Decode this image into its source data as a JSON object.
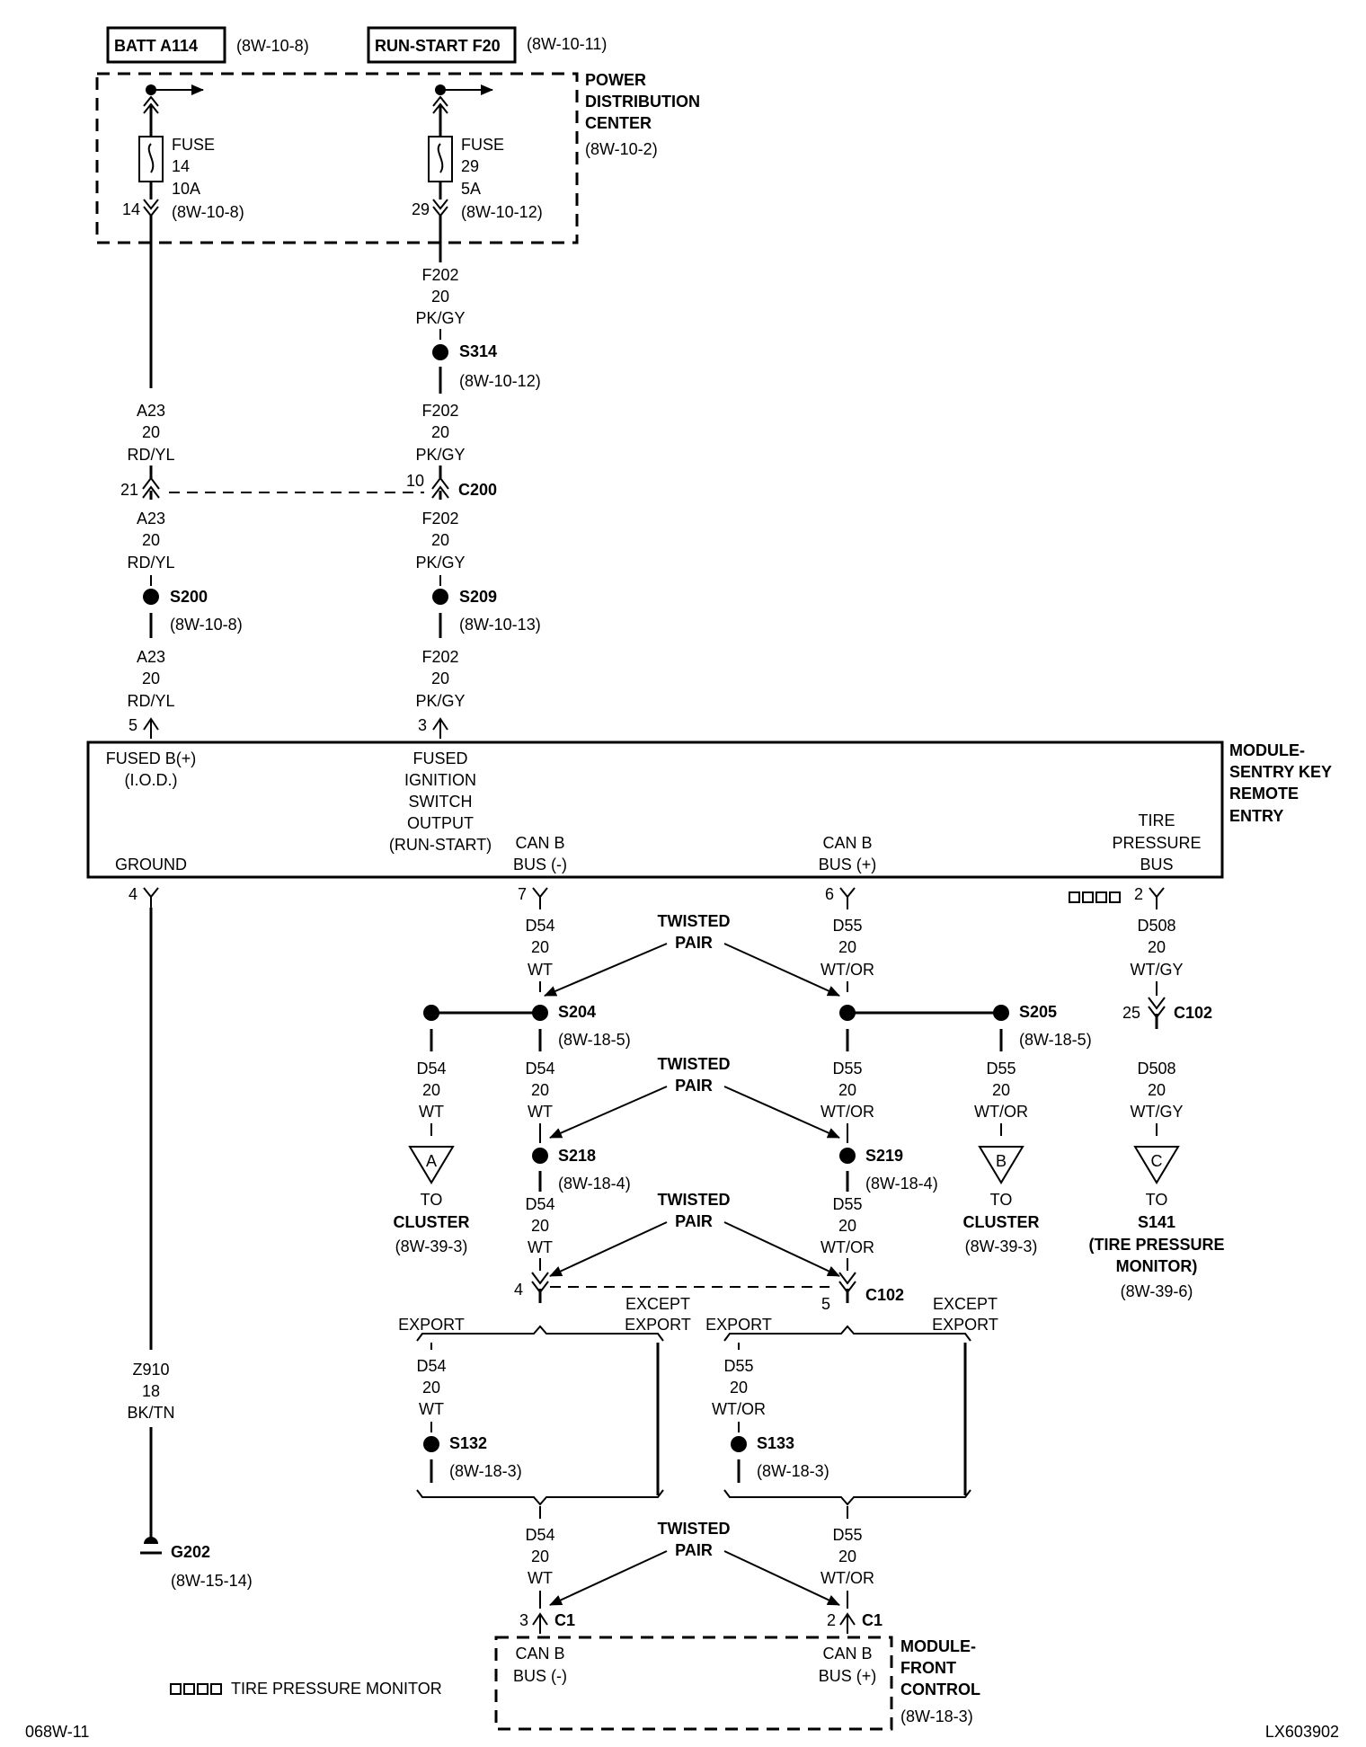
{
  "top": {
    "batt_label": "BATT A114",
    "batt_ref": "(8W-10-8)",
    "run_label": "RUN-START F20",
    "run_ref": "(8W-10-11)",
    "pdc": [
      "POWER",
      "DISTRIBUTION",
      "CENTER"
    ],
    "pdc_ref": "(8W-10-2)"
  },
  "fuses": {
    "f14": {
      "word": "FUSE",
      "num": "14",
      "amps": "10A",
      "ref": "(8W-10-8)",
      "pin": "14"
    },
    "f29": {
      "word": "FUSE",
      "num": "29",
      "amps": "5A",
      "ref": "(8W-10-12)",
      "pin": "29"
    }
  },
  "wires": {
    "f202": [
      "F202",
      "20",
      "PK/GY"
    ],
    "a23": [
      "A23",
      "20",
      "RD/YL"
    ],
    "d54": [
      "D54",
      "20",
      "WT"
    ],
    "d55": [
      "D55",
      "20",
      "WT/OR"
    ],
    "d508": [
      "D508",
      "20",
      "WT/GY"
    ],
    "z910": [
      "Z910",
      "18",
      "BK/TN"
    ]
  },
  "splices": {
    "s314": {
      "id": "S314",
      "ref": "(8W-10-12)"
    },
    "s200": {
      "id": "S200",
      "ref": "(8W-10-8)"
    },
    "s209": {
      "id": "S209",
      "ref": "(8W-10-13)"
    },
    "s204": {
      "id": "S204",
      "ref": "(8W-18-5)"
    },
    "s205": {
      "id": "S205",
      "ref": "(8W-18-5)"
    },
    "s218": {
      "id": "S218",
      "ref": "(8W-18-4)"
    },
    "s219": {
      "id": "S219",
      "ref": "(8W-18-4)"
    },
    "s132": {
      "id": "S132",
      "ref": "(8W-18-3)"
    },
    "s133": {
      "id": "S133",
      "ref": "(8W-18-3)"
    }
  },
  "connectors": {
    "c200": "C200",
    "c200_pin21": "21",
    "c200_pin10": "10",
    "c102": "C102",
    "c102_pin25": "25",
    "c102_pin4": "4",
    "c102_pin5": "5",
    "c1": "C1",
    "c1_pin3": "3",
    "c1_pin2": "2"
  },
  "module_skre": {
    "title": [
      "MODULE-",
      "SENTRY KEY",
      "REMOTE",
      "ENTRY"
    ],
    "fused_b": [
      "FUSED B(+)",
      "(I.O.D.)"
    ],
    "fused_ign": [
      "FUSED",
      "IGNITION",
      "SWITCH",
      "OUTPUT",
      "(RUN-START)"
    ],
    "ground": "GROUND",
    "canb_minus": [
      "CAN B",
      "BUS (-)"
    ],
    "canb_plus": [
      "CAN B",
      "BUS (+)"
    ],
    "tire": [
      "TIRE",
      "PRESSURE",
      "BUS"
    ],
    "pins": {
      "p5": "5",
      "p3": "3",
      "p4": "4",
      "p7": "7",
      "p6": "6",
      "p2": "2"
    }
  },
  "twisted_pair": [
    "TWISTED",
    "PAIR"
  ],
  "destinations": {
    "a": {
      "letter": "A",
      "to": "TO",
      "name": "CLUSTER",
      "ref": "(8W-39-3)"
    },
    "b": {
      "letter": "B",
      "to": "TO",
      "name": "CLUSTER",
      "ref": "(8W-39-3)"
    },
    "c": {
      "letter": "C",
      "to": "TO",
      "lines": [
        "S141",
        "(TIRE PRESSURE",
        "MONITOR)"
      ],
      "ref": "(8W-39-6)"
    }
  },
  "options": {
    "export": "EXPORT",
    "except": [
      "EXCEPT",
      "EXPORT"
    ]
  },
  "ground": {
    "id": "G202",
    "ref": "(8W-15-14)"
  },
  "module_fc": {
    "title": [
      "MODULE-",
      "FRONT",
      "CONTROL"
    ],
    "ref": "(8W-18-3)",
    "canb_minus": [
      "CAN B",
      "BUS (-)"
    ],
    "canb_plus": [
      "CAN B",
      "BUS (+)"
    ]
  },
  "legend": {
    "text": "TIRE PRESSURE MONITOR"
  },
  "footer": {
    "left": "068W-11",
    "right": "LX603902"
  }
}
